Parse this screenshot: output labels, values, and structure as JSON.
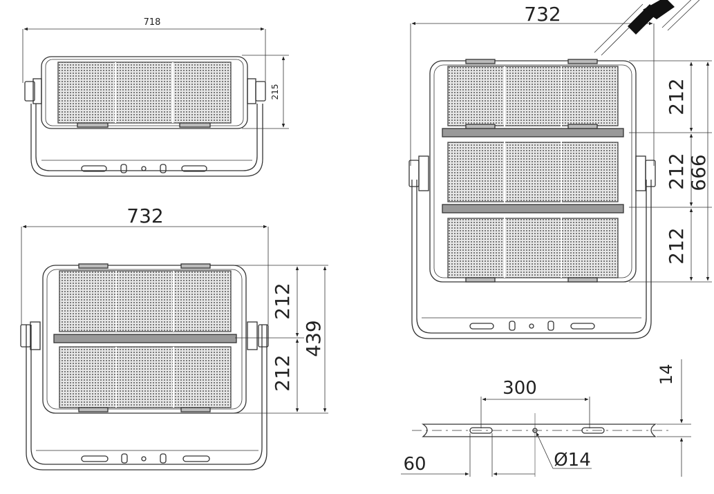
{
  "drawing": {
    "top_left": {
      "width_dim": "718",
      "height_dim": "215"
    },
    "bottom_left": {
      "width_dim": "732",
      "module_dim_upper": "212",
      "module_dim_lower": "212",
      "total_dim": "439"
    },
    "right": {
      "width_dim": "732",
      "module_dim_1": "212",
      "module_dim_2": "212",
      "module_dim_3": "212",
      "total_dim": "666"
    },
    "bracket_detail": {
      "hole_spacing": "300",
      "edge_offset": "60",
      "hole_diameter": "Ø14",
      "thickness": "14"
    }
  },
  "colors": {
    "line": "#333333",
    "panel": "#6e6e6e",
    "panel_bg": "#d8d8d8"
  }
}
